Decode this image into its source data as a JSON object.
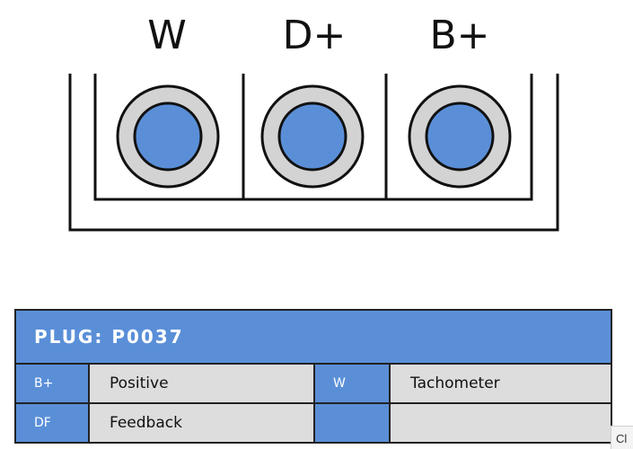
{
  "terminals": [
    {
      "label": "W"
    },
    {
      "label": "D+"
    },
    {
      "label": "B+"
    }
  ],
  "colors": {
    "accent_blue": "#5a8fd8",
    "pin_ring_gray": "#d3d3d3",
    "row_gray": "#dddddd",
    "outline": "#111111"
  },
  "plug": {
    "title_prefix": "PLUG:",
    "title_code": "P0037",
    "rows": [
      {
        "code_a": "B+",
        "desc_a": "Positive",
        "code_b": "W",
        "desc_b": "Tachometer"
      },
      {
        "code_a": "DF",
        "desc_a": "Feedback",
        "code_b": "",
        "desc_b": ""
      }
    ]
  },
  "corner_tab": {
    "text": "Cl"
  }
}
